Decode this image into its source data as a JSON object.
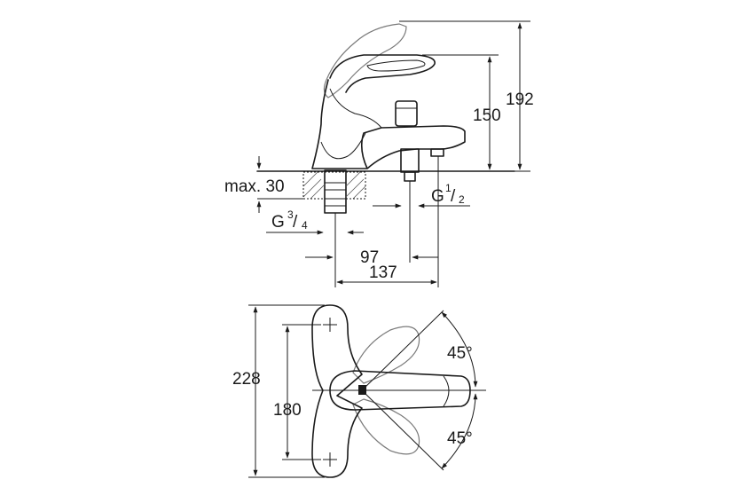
{
  "dimensions": {
    "total_height": "192",
    "spout_height": "150",
    "max_thickness": "max. 30",
    "inlet_thread_main": "G",
    "inlet_thread_sup": "3",
    "inlet_thread_sub": "4",
    "outlet_thread_main": "G",
    "outlet_thread_sup": "1",
    "outlet_thread_sub": "2",
    "center_distance": "97",
    "overall_width": "137",
    "top_length": "228",
    "top_inner_length": "180",
    "angle_upper": "45°",
    "angle_lower": "45°"
  }
}
